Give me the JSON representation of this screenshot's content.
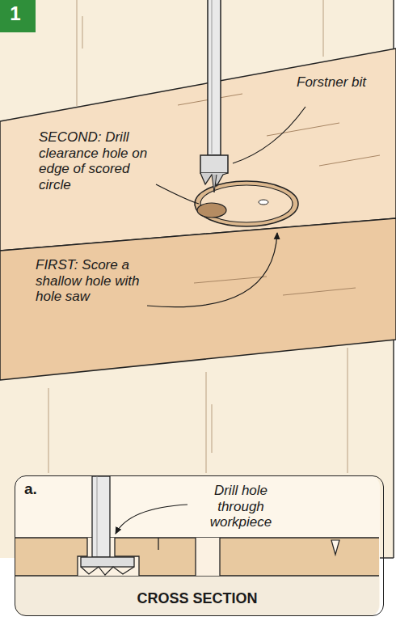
{
  "diagram": {
    "nodes": [
      {
        "text": [
          "1"
        ]
      },
      {
        "text": [
          "a.",
          "CROSS SECTION"
        ]
      }
    ],
    "labels": [
      "SECOND: Drill clearance hole on edge of scored circle",
      "Forstner bit",
      "FIRST: Score a shallow hole with hole saw",
      "Drill hole through workpiece"
    ]
  }
}
